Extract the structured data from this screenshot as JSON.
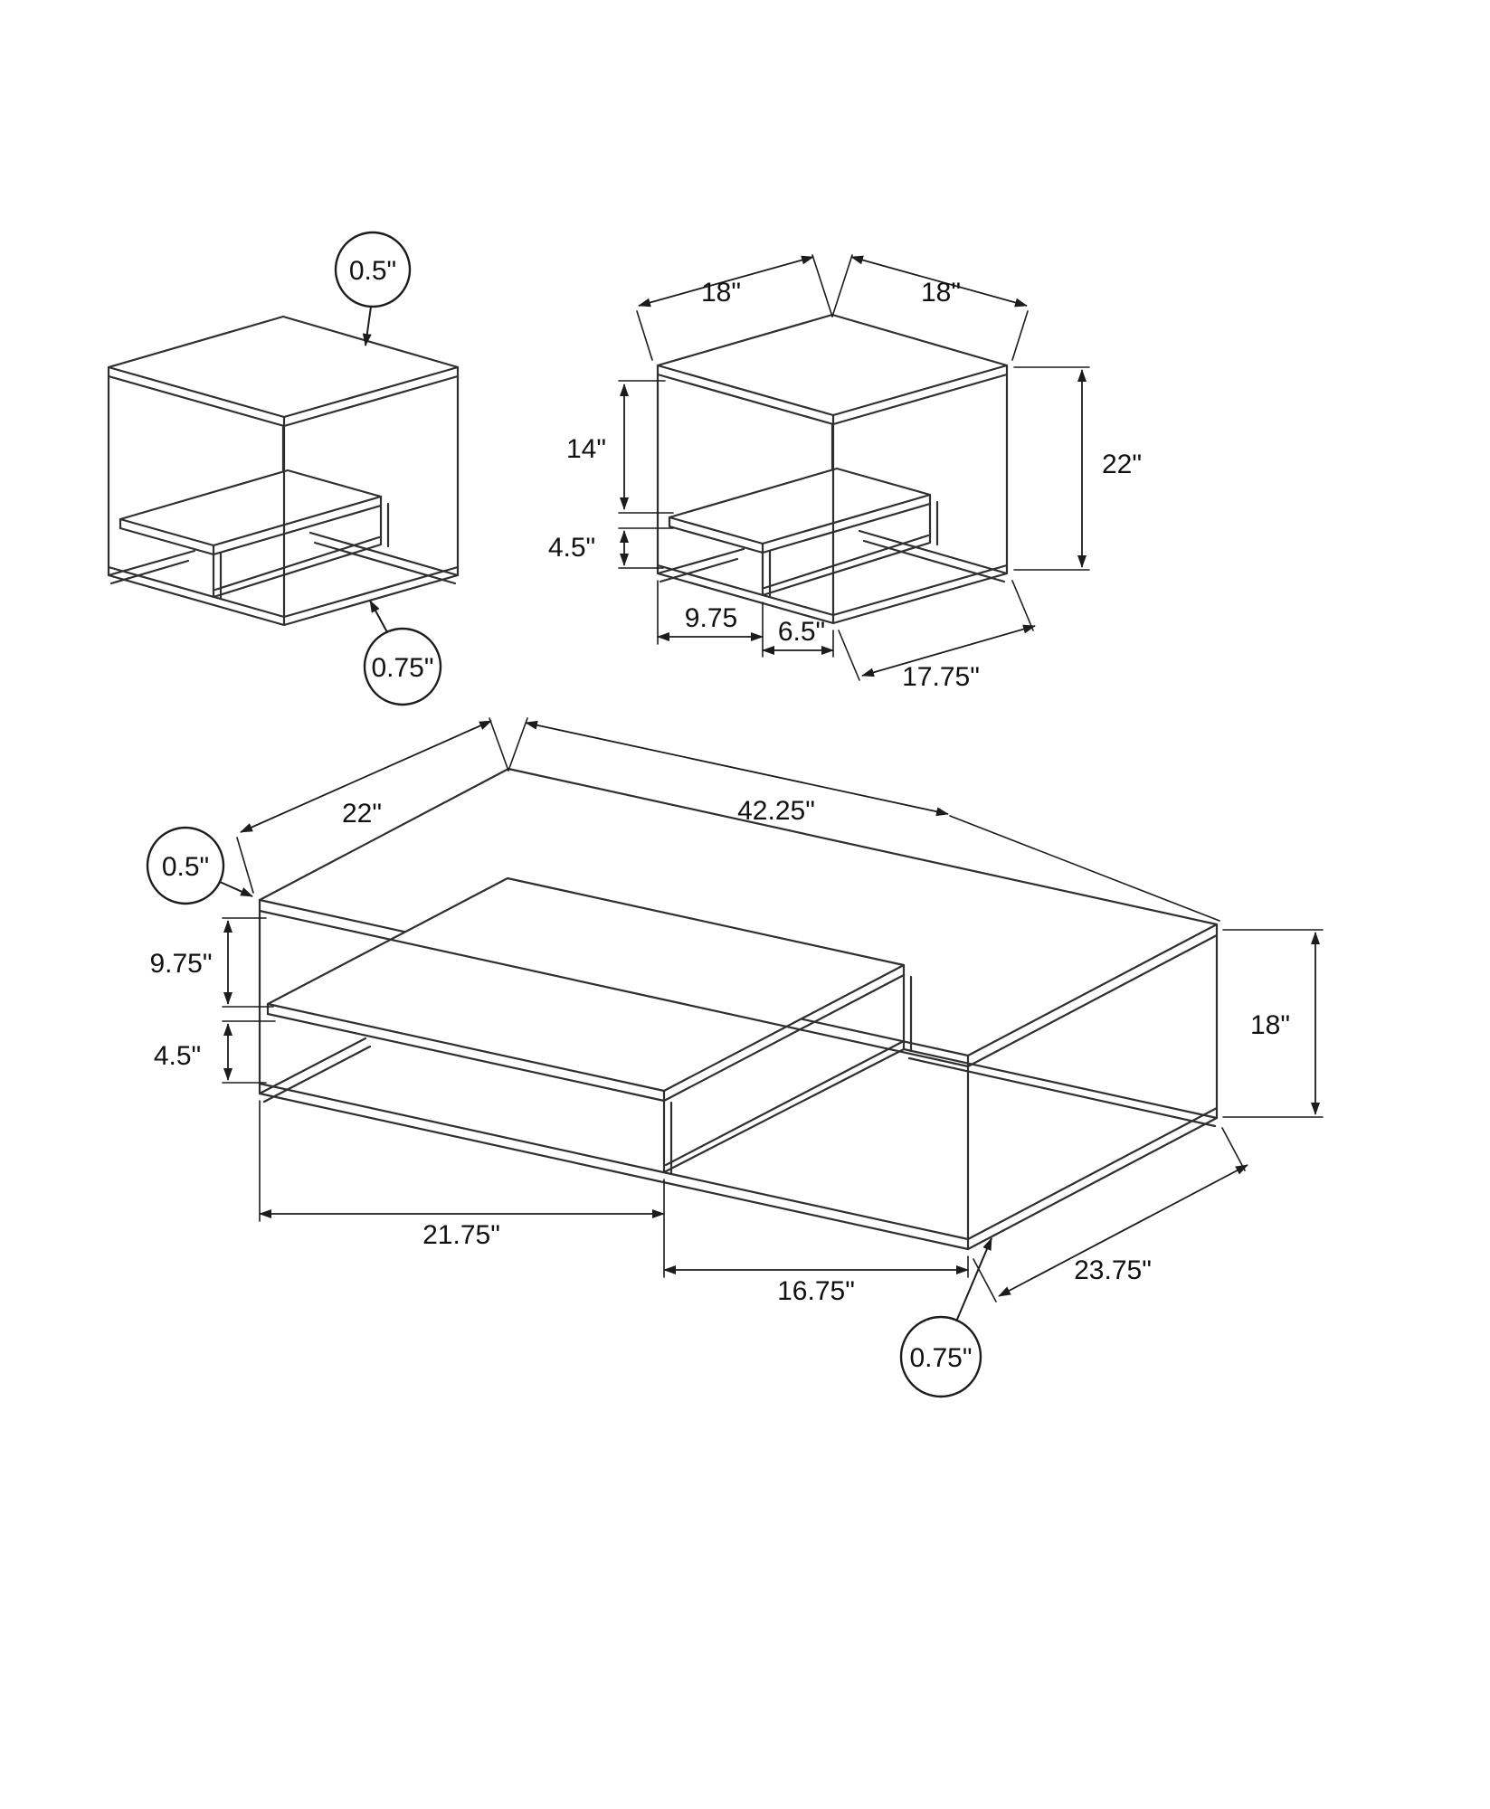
{
  "end_table_plain": {
    "top_thickness_callout": "0.5\"",
    "frame_thickness_callout": "0.75\""
  },
  "end_table_dimensioned": {
    "top_depth": "18\"",
    "top_width": "18\"",
    "under_top_to_shelf": "14\"",
    "shelf_to_base": "4.5\"",
    "overall_height": "22\"",
    "base_left_segment": "9.75",
    "base_front_segment": "6.5\"",
    "base_side": "17.75\""
  },
  "coffee_table": {
    "top_depth": "22\"",
    "top_width": "42.25\"",
    "top_thickness_callout": "0.5\"",
    "frame_thickness_callout": "0.75\"",
    "under_top_to_shelf": "9.75\"",
    "shelf_to_base": "4.5\"",
    "overall_height": "18\"",
    "base_left_segment": "21.75\"",
    "base_front_segment": "16.75\"",
    "base_side": "23.75\""
  }
}
